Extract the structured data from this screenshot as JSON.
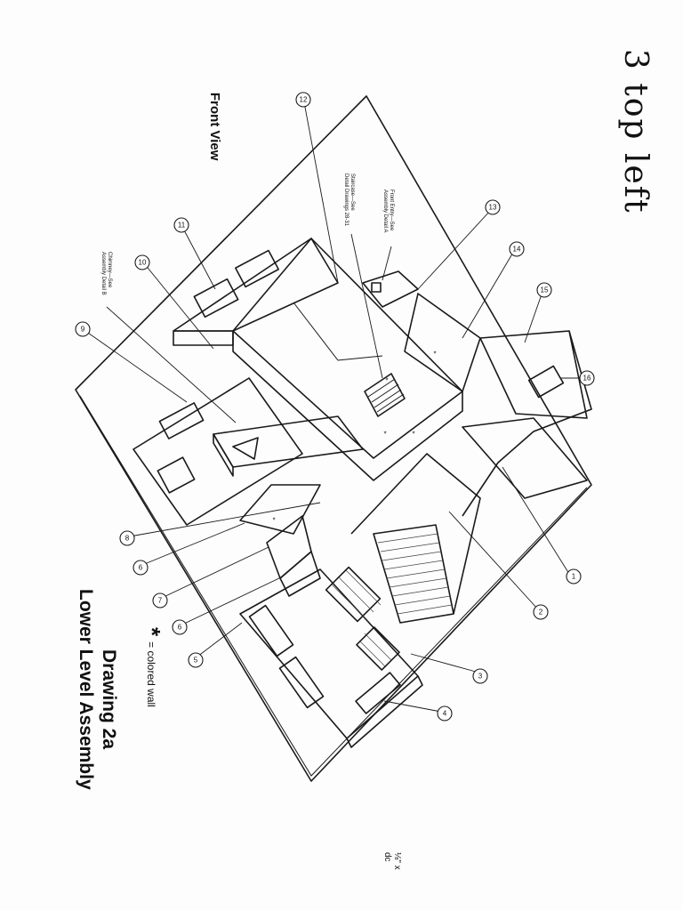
{
  "handwritten_note": "3 top left",
  "view_label": "Front View",
  "drawing_title": "Drawing 2a",
  "drawing_subtitle": "Lower Level Assembly",
  "legend": {
    "symbol": "*",
    "text": "= colored wall"
  },
  "notes": {
    "front_entry_line1": "Front Entry—See",
    "front_entry_line2": "Assembly Detail A",
    "staircase_line1": "Staircase—See",
    "staircase_line2": "Detail Drawings 28-31",
    "chimney_line1": "Chimney—See",
    "chimney_line2": "Assembly Detail B"
  },
  "scale_note": {
    "line1": "⅛\" x",
    "line2": "dc"
  },
  "callouts": [
    "1",
    "2",
    "3",
    "4",
    "5",
    "6",
    "6",
    "7",
    "8",
    "9",
    "10",
    "11",
    "12",
    "13",
    "14",
    "15",
    "16"
  ],
  "colored_wall_marks": [
    "*",
    "*",
    "*",
    "*",
    "*"
  ]
}
